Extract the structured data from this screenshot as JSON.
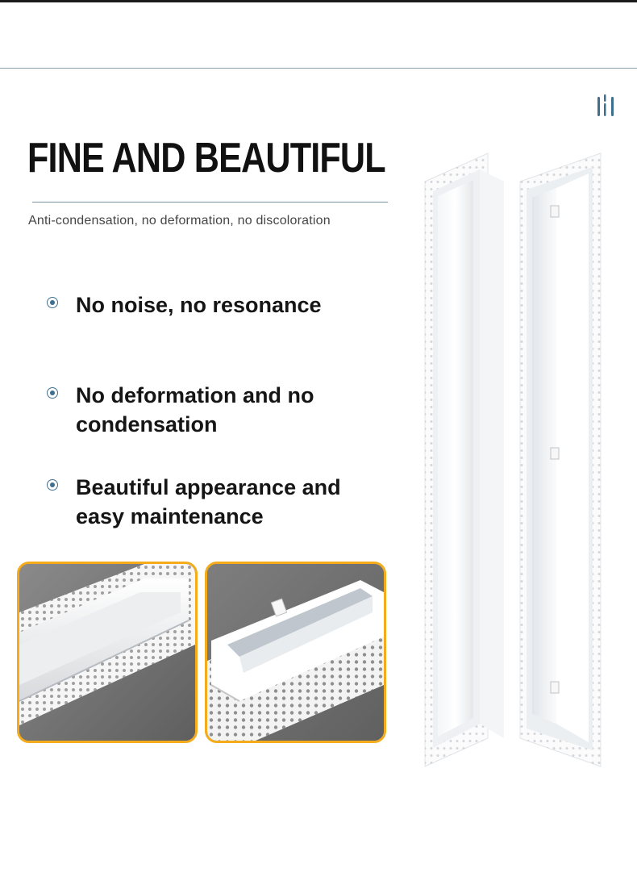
{
  "headline": "FINE AND BEAUTIFUL",
  "subtitle": "Anti-condensation, no deformation, no discoloration",
  "features": [
    {
      "icon": "radio-bullet-icon",
      "text": "No noise, no resonance"
    },
    {
      "icon": "radio-bullet-icon",
      "text": "No deformation and no condensation"
    },
    {
      "icon": "radio-bullet-icon",
      "text": "Beautiful appearance and easy maintenance"
    }
  ],
  "colors": {
    "accent": "#3f6f8e",
    "detail_frame": "#f4ac1c",
    "rule": "#7c96a6",
    "headline": "#111111"
  },
  "logo_icon": "vent-logo-icon",
  "images": {
    "detail_left": "vent-corner-closeup-image",
    "detail_right": "vent-open-corner-closeup-image",
    "product": "linear-vent-product-image"
  }
}
